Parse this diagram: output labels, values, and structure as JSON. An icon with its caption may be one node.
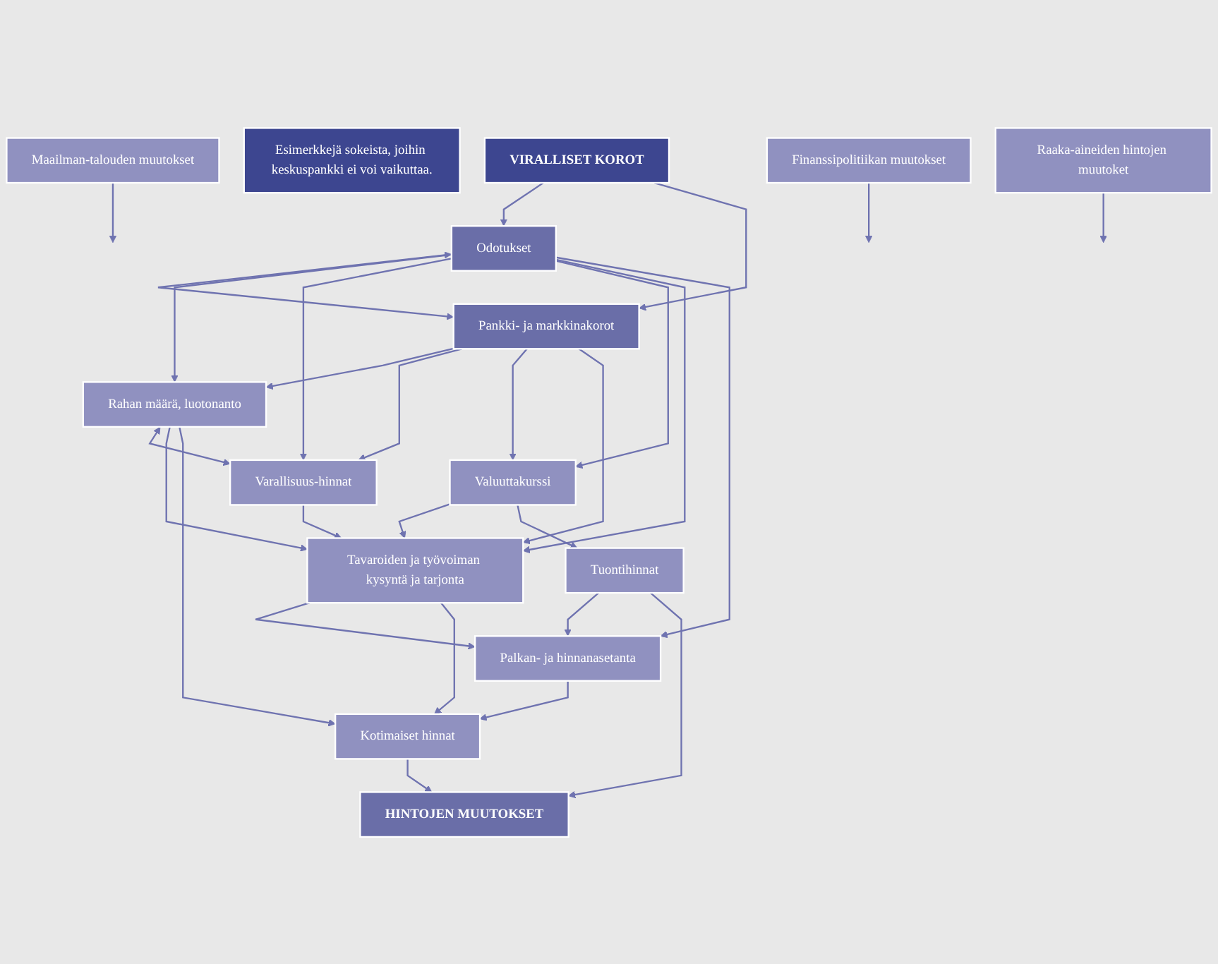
{
  "diagram": {
    "nodes": [
      {
        "text": [
          "VIRALLISET KOROT"
        ]
      },
      {
        "text": [
          "Odotukset"
        ]
      },
      {
        "text": [
          "Pankki- ja markkinakorot"
        ]
      },
      {
        "text": [
          "Rahan määrä, luotonanto"
        ]
      },
      {
        "text": [
          "Varallisuus-hinnat"
        ]
      },
      {
        "text": [
          "Valuuttakurssi"
        ]
      },
      {
        "text": [
          "Palkan- ja hinnanasetanta"
        ]
      },
      {
        "text": [
          "Tavaroiden ja työvoiman kysyntä ja tarjonta"
        ]
      },
      {
        "text": [
          "Kotimaiset hinnat"
        ]
      },
      {
        "text": [
          "Tuontihinnat"
        ]
      },
      {
        "text": [
          "HINTOJEN MUUTOKSET"
        ]
      },
      {
        "text": [
          "Esimerkkejä sokeista, joihin keskuspankki ei voi vaikuttaa."
        ]
      },
      {
        "text": [
          "Maailman-talouden muutokset"
        ]
      },
      {
        "text": [
          "Finanssipolitiikan muutokset"
        ]
      },
      {
        "text": [
          "Raaka-aineiden hintojen muutoket"
        ]
      }
    ],
    "edges": [
      {
        "from": 0,
        "to": 1,
        "arrow": "to"
      },
      {
        "from": 0,
        "to": 2,
        "arrow": "to"
      },
      {
        "from": 1,
        "to": 2,
        "arrow": "both"
      },
      {
        "from": 1,
        "to": 3,
        "arrow": "to"
      },
      {
        "from": 1,
        "to": 4,
        "arrow": "to"
      },
      {
        "from": 1,
        "to": 5,
        "arrow": "to"
      },
      {
        "from": 2,
        "to": 3,
        "arrow": "to"
      },
      {
        "from": 2,
        "to": 4,
        "arrow": "to"
      },
      {
        "from": 2,
        "to": 5,
        "arrow": "to"
      },
      {
        "from": 1,
        "to": 7,
        "arrow": "to"
      },
      {
        "from": 2,
        "to": 7,
        "arrow": "to"
      },
      {
        "from": 3,
        "to": 4,
        "arrow": "both"
      },
      {
        "from": 3,
        "to": 7,
        "arrow": "to"
      },
      {
        "from": 4,
        "to": 7,
        "arrow": "to"
      },
      {
        "from": 5,
        "to": 7,
        "arrow": "to"
      },
      {
        "from": 1,
        "to": 6,
        "arrow": "to"
      },
      {
        "from": 7,
        "to": 6,
        "arrow": "to"
      },
      {
        "from": 3,
        "to": 8,
        "arrow": "to"
      },
      {
        "from": 7,
        "to": 8,
        "arrow": "to"
      },
      {
        "from": 6,
        "to": 8,
        "arrow": "to"
      },
      {
        "from": 9,
        "to": 6,
        "arrow": "to"
      },
      {
        "from": 5,
        "to": 9,
        "arrow": "to"
      },
      {
        "from": 8,
        "to": 10,
        "arrow": "to"
      },
      {
        "from": 9,
        "to": 10,
        "arrow": "to"
      },
      {
        "from": 12,
        "to": null,
        "arrow": "to"
      },
      {
        "from": 13,
        "to": null,
        "arrow": "to"
      },
      {
        "from": 14,
        "to": null,
        "arrow": "to"
      }
    ]
  }
}
